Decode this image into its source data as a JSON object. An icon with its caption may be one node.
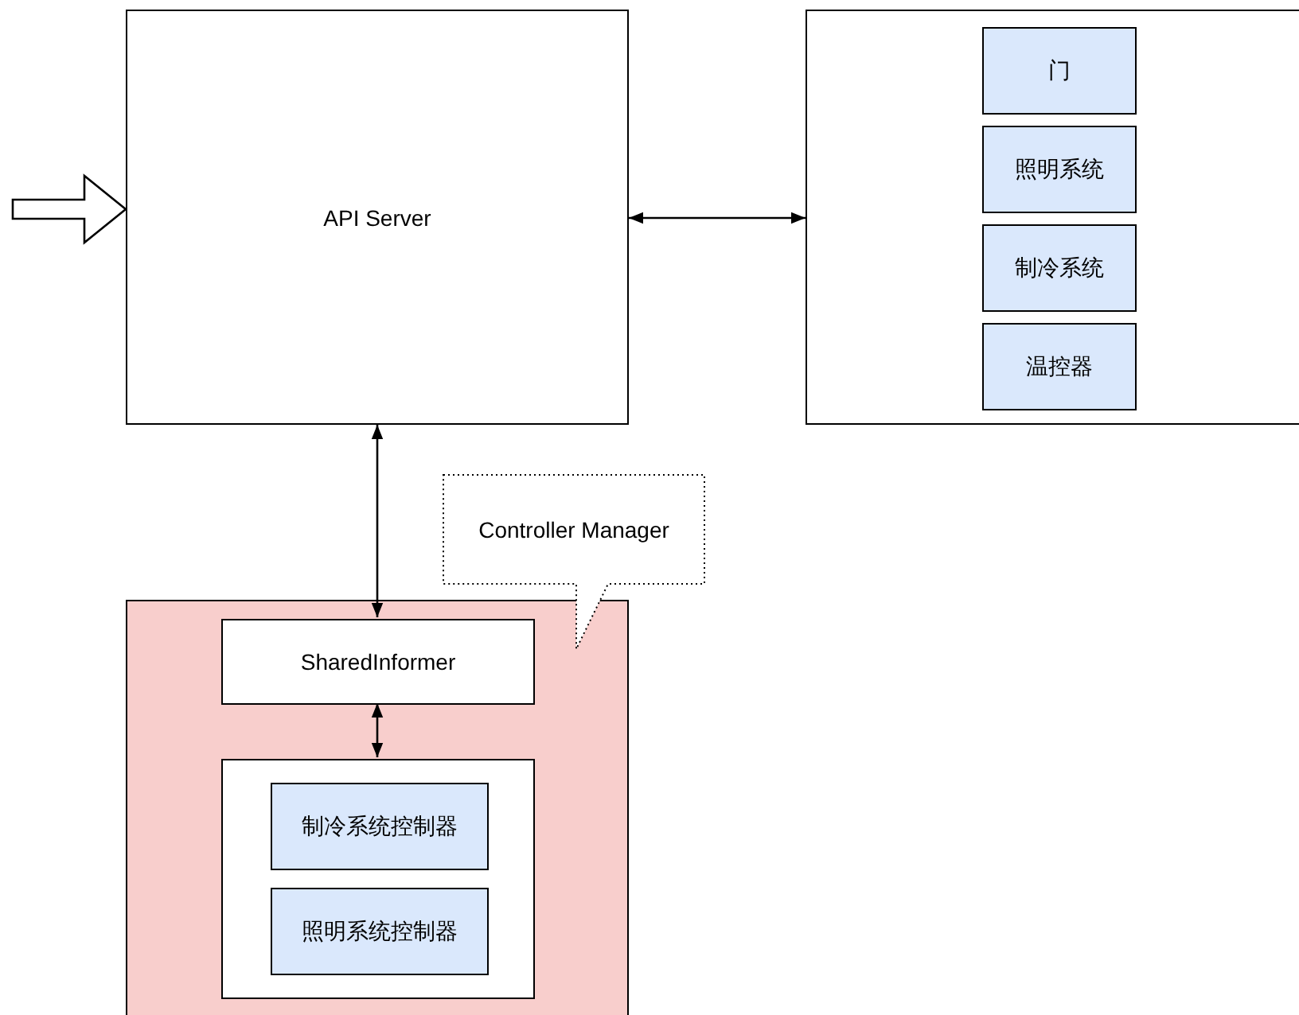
{
  "diagram": {
    "nodes": [
      {
        "text": [
          "API Server"
        ]
      },
      {
        "text": [],
        "shape": "box"
      },
      {
        "text": [
          "门"
        ],
        "in": 1
      },
      {
        "text": [
          "照明系统"
        ],
        "in": 1
      },
      {
        "text": [
          "制冷系统"
        ],
        "in": 1
      },
      {
        "text": [
          "温控器"
        ],
        "in": 1
      },
      {
        "text": [],
        "shape": "box"
      },
      {
        "text": [
          "SharedInformer"
        ],
        "in": 6
      },
      {
        "text": [],
        "shape": "box",
        "in": 6
      },
      {
        "text": [
          "制冷系统控制器"
        ],
        "in": 8
      },
      {
        "text": [
          "照明系统控制器"
        ],
        "in": 8
      },
      {
        "text": [
          "Controller Manager"
        ]
      }
    ],
    "edges": [
      {
        "from": null,
        "to": 0,
        "arrow": "to"
      },
      {
        "from": 0,
        "to": 1,
        "arrow": "both"
      },
      {
        "from": 0,
        "to": 7,
        "arrow": "both"
      },
      {
        "from": 7,
        "to": 8,
        "arrow": "both"
      }
    ]
  }
}
